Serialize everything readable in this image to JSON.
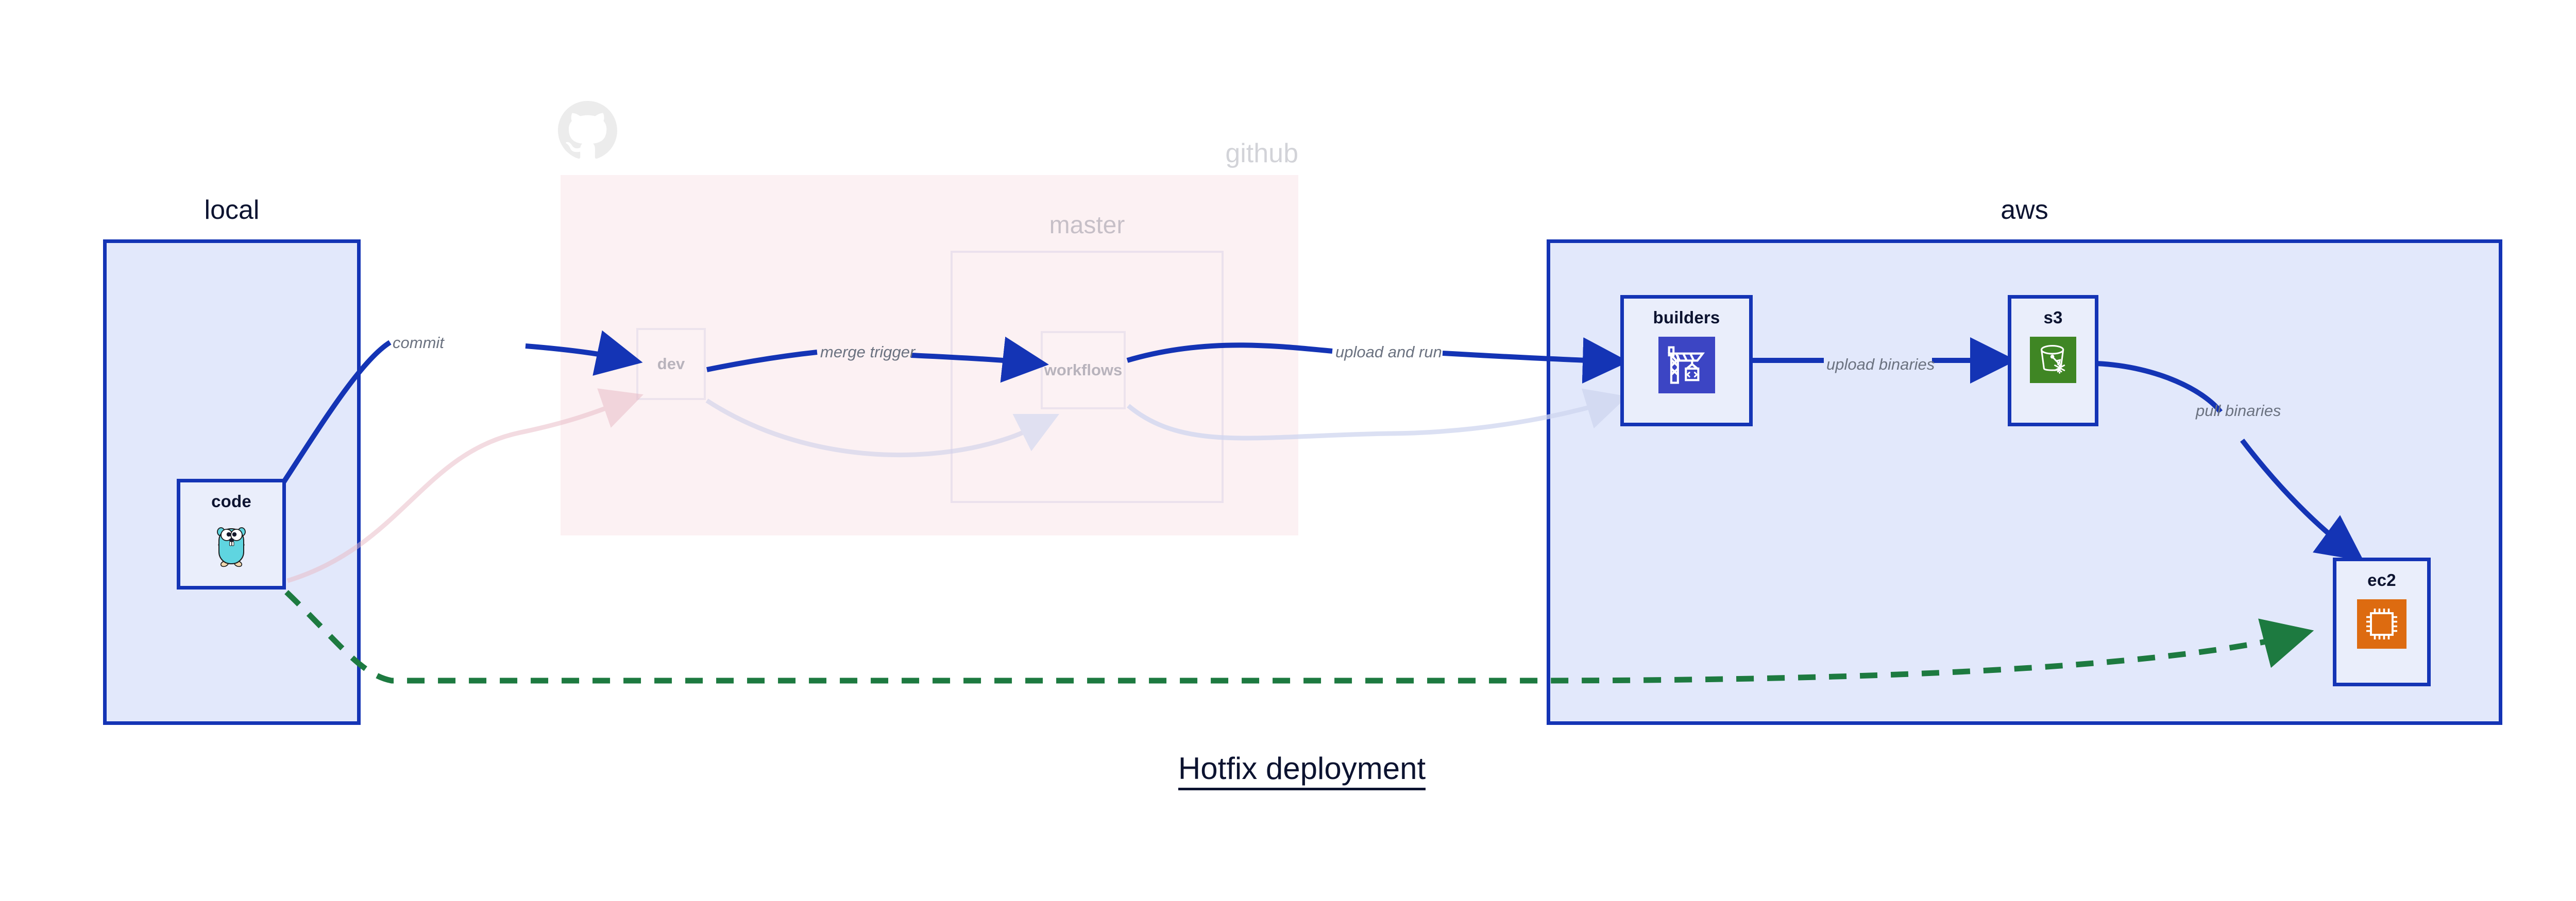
{
  "diagram": {
    "caption": "Hotfix deployment",
    "groups": [
      {
        "id": "local",
        "title": "local",
        "fill": "#e2e8fb",
        "stroke": "#1434b5"
      },
      {
        "id": "github",
        "title": "github",
        "fill": "#fae6ea",
        "stroke": "none",
        "faded": true
      },
      {
        "id": "aws",
        "title": "aws",
        "fill": "#e2e8fb",
        "stroke": "#1434b5"
      }
    ],
    "subgroups": [
      {
        "id": "master",
        "title": "master",
        "parent": "github",
        "faded": true
      }
    ],
    "nodes": [
      {
        "id": "code",
        "label": "code",
        "icon": "go-gopher-icon",
        "group": "local",
        "faded": false
      },
      {
        "id": "dev",
        "label": "dev",
        "icon": "none",
        "group": "github",
        "faded": true
      },
      {
        "id": "workflows",
        "label": "workflows",
        "icon": "none",
        "group": "master",
        "faded": true
      },
      {
        "id": "builders",
        "label": "builders",
        "icon": "aws-codebuild-icon",
        "group": "aws",
        "faded": false
      },
      {
        "id": "s3",
        "label": "s3",
        "icon": "aws-s3-icon",
        "group": "aws",
        "faded": false
      },
      {
        "id": "ec2",
        "label": "ec2",
        "icon": "aws-ec2-icon",
        "group": "aws",
        "faded": false
      }
    ],
    "edges": [
      {
        "id": "e1",
        "from": "code",
        "to": "dev",
        "label": "commit",
        "style": "solid",
        "color": "#1434b5",
        "faded": false
      },
      {
        "id": "e2",
        "from": "dev",
        "to": "workflows",
        "label": "merge trigger",
        "style": "solid",
        "color": "#1434b5",
        "faded": false
      },
      {
        "id": "e3",
        "from": "workflows",
        "to": "builders",
        "label": "upload and run",
        "style": "solid",
        "color": "#1434b5",
        "faded": false
      },
      {
        "id": "e4",
        "from": "builders",
        "to": "s3",
        "label": "upload binaries",
        "style": "solid",
        "color": "#1434b5",
        "faded": false
      },
      {
        "id": "e5",
        "from": "s3",
        "to": "ec2",
        "label": "pull binaries",
        "style": "solid",
        "color": "#1434b5",
        "faded": false
      },
      {
        "id": "e6",
        "from": "code",
        "to": "ec2",
        "label": "",
        "style": "dashed",
        "color": "#1d7a40",
        "faded": false
      },
      {
        "id": "e7",
        "from": "code",
        "to": "dev",
        "label": "",
        "style": "solid",
        "color": "#e8b9c4",
        "faded": true
      },
      {
        "id": "e8",
        "from": "dev",
        "to": "workflows",
        "label": "",
        "style": "solid",
        "color": "#cfd0ea",
        "faded": true
      },
      {
        "id": "e9",
        "from": "workflows",
        "to": "builders",
        "label": "",
        "style": "solid",
        "color": "#cfd6f0",
        "faded": true
      }
    ],
    "colors": {
      "accent_blue": "#1434b5",
      "group_blue_fill": "#e2e8fb",
      "group_pink_fill": "#fae6ea",
      "node_fill": "#eaeefb",
      "green_dashed": "#1d7a40",
      "label_gray": "#6b7280",
      "text_dark": "#0c1330",
      "codebuild_bg": "#3c45c4",
      "s3_bg": "#3f8624",
      "ec2_bg": "#dd6b10",
      "gopher_body": "#5fd5e0"
    }
  }
}
